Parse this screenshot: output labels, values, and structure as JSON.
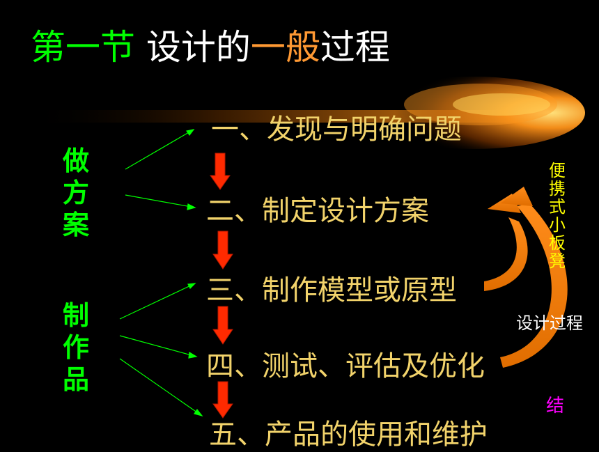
{
  "title": {
    "part1": "第一节",
    "part2": "设计的",
    "part3": "一般",
    "part4": "过程"
  },
  "steps": [
    "一、发现与明确问题",
    "二、制定设计方案",
    "三、制作模型或原型",
    "四、测试、评估及优化",
    "五、产品的使用和维护"
  ],
  "left_groups": {
    "plan": "做方案",
    "make": "制作品"
  },
  "right": {
    "example": "便携式小板凳",
    "label": "设计过程",
    "summary": "结"
  },
  "colors": {
    "title_green": "#00ff00",
    "title_white": "#ffffff",
    "title_orange": "#ff9933",
    "step_text": "#f2d36b",
    "arrow_red": "#ff2a00",
    "line_green": "#00ff00",
    "example_yellow": "#ffff00",
    "summary_magenta": "#ff00ff"
  }
}
